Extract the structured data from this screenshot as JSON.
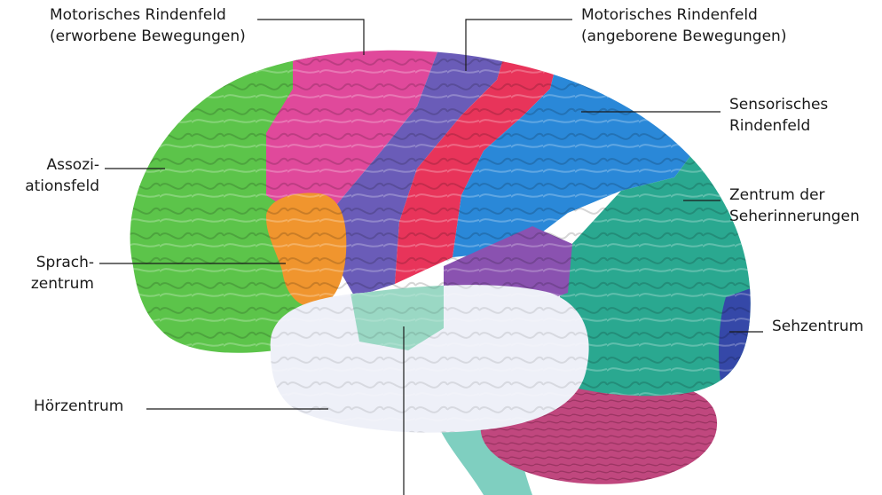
{
  "labels": {
    "motor_learned": {
      "line1": "Motorisches Rindenfeld",
      "line2": "(erworbene Bewegungen)"
    },
    "motor_innate": {
      "line1": "Motorisches Rindenfeld",
      "line2": "(angeborene Bewegungen)"
    },
    "sensory": {
      "line1": "Sensorisches",
      "line2": "Rindenfeld"
    },
    "association": {
      "line1": "Assozi-",
      "line2": "ationsfeld"
    },
    "visual_memory": {
      "line1": "Zentrum der",
      "line2": "Seherinnerungen"
    },
    "speech": {
      "line1": "Sprach-",
      "line2": "zentrum"
    },
    "visual": {
      "line1": "Sehzentrum"
    },
    "hearing": {
      "line1": "Hörzentrum"
    }
  },
  "colors": {
    "association": "#5cc44a",
    "motor_learned": "#e0499b",
    "motor_innate": "#6a5cb8",
    "sensory_strip": "#e8345a",
    "sensory_field": "#2a88d8",
    "visual_memory": "#2aa890",
    "speech": "#f0952e",
    "hearing": "#eef0f8",
    "visual": "#3548a8",
    "temporal_purple": "#8a52b0",
    "cerebellum": "#c0477e",
    "brainstem": "#7fcfc0",
    "wernicke": "#9ad8c4"
  }
}
